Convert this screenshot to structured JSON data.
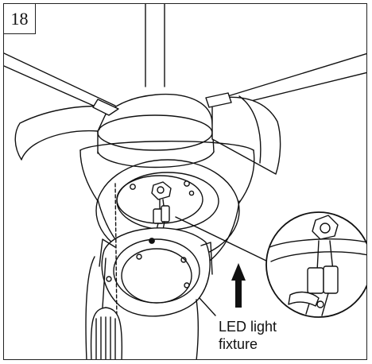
{
  "step_number": "18",
  "callout": {
    "line1": "LED light",
    "line2": "fixture"
  },
  "icons": {
    "arrow": "up-arrow-icon",
    "magnifier": "detail-circle-icon"
  }
}
